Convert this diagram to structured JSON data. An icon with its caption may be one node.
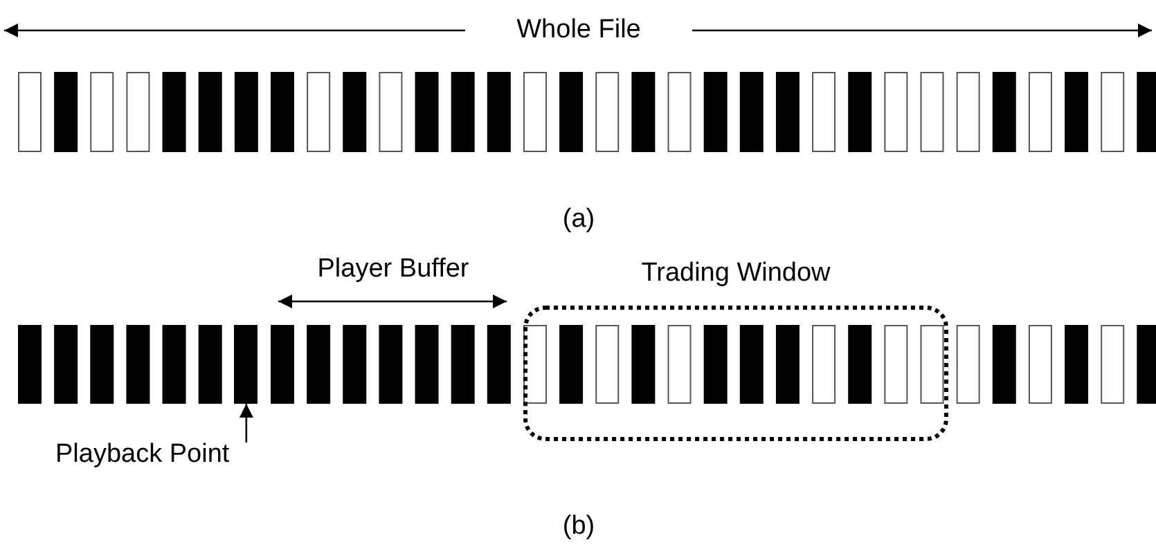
{
  "diagram": {
    "nodes": [
      {
        "text": [
          "Trading Window"
        ]
      },
      {
        "text": [
          "Playback Point"
        ]
      },
      {
        "text": [],
        "shape": "bar"
      }
    ],
    "edges": [
      {
        "from": 1,
        "to": 2,
        "arrow": "to"
      }
    ],
    "labels": [
      "Whole File",
      "(a)",
      "Player Buffer",
      "(b)"
    ]
  }
}
